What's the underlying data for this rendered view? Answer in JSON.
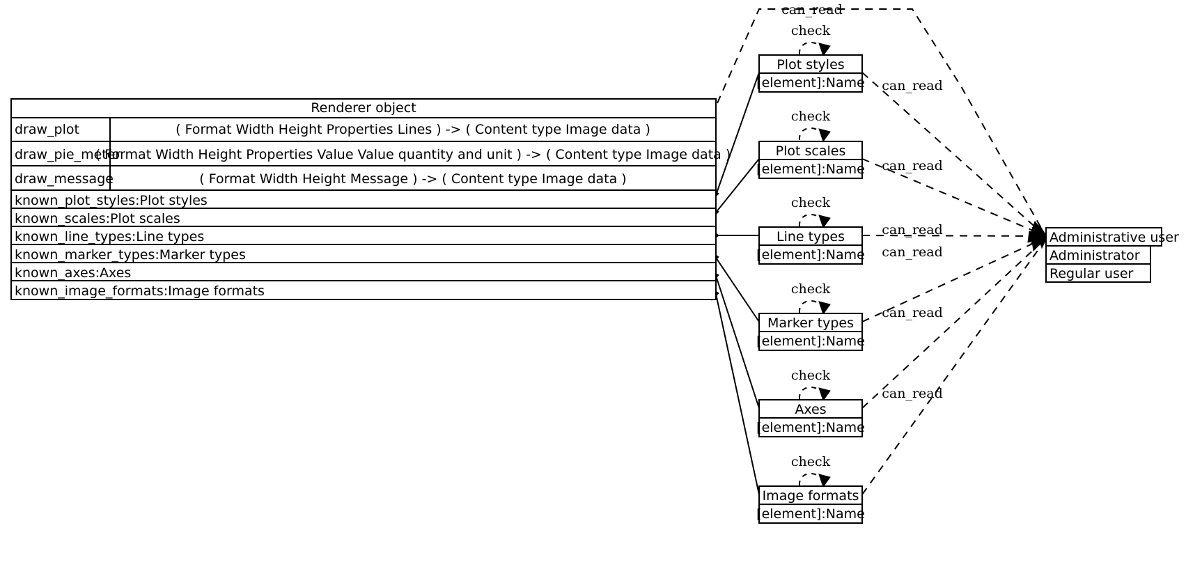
{
  "diagram": {
    "type": "uml-class-diagram",
    "background": "#ffffff",
    "line_color": "#000000"
  },
  "renderer": {
    "title": "Renderer object",
    "methods": [
      {
        "name": "draw_plot",
        "signature": "(      Format    Width    Height    Properties    Lines    )        -> (       Content type     Image data      )"
      },
      {
        "name": "draw_pie_meter",
        "signature": "( Format  Width  Height  Properties  Value  Value quantity and unit )   -> (  Content type  Image data  )"
      },
      {
        "name": "draw_message",
        "signature": "(       Format      Width      Height      Message      )          -> (        Content type      Image data      )"
      }
    ],
    "attributes": [
      "known_plot_styles:Plot styles",
      "known_scales:Plot scales",
      "known_line_types:Line types",
      "known_marker_types:Marker types",
      "known_axes:Axes",
      "known_image_formats:Image formats"
    ]
  },
  "element_classes": [
    {
      "title": "Plot styles",
      "attribute": "[element]:Name"
    },
    {
      "title": "Plot scales",
      "attribute": "[element]:Name"
    },
    {
      "title": "Line types",
      "attribute": "[element]:Name"
    },
    {
      "title": "Marker types",
      "attribute": "[element]:Name"
    },
    {
      "title": "Axes",
      "attribute": "[element]:Name"
    },
    {
      "title": "Image formats",
      "attribute": "[element]:Name"
    }
  ],
  "user_class": {
    "title": "Administrative user",
    "roles": [
      "Administrator",
      "Regular user"
    ]
  },
  "edge_labels": {
    "check": "check",
    "can_read": "can_read"
  },
  "check_labels": [
    "check",
    "check",
    "check",
    "check",
    "check",
    "check"
  ],
  "can_read_labels": [
    "can_read",
    "can_read",
    "can_read",
    "can_read",
    "can_read",
    "can_read",
    "can_read"
  ]
}
